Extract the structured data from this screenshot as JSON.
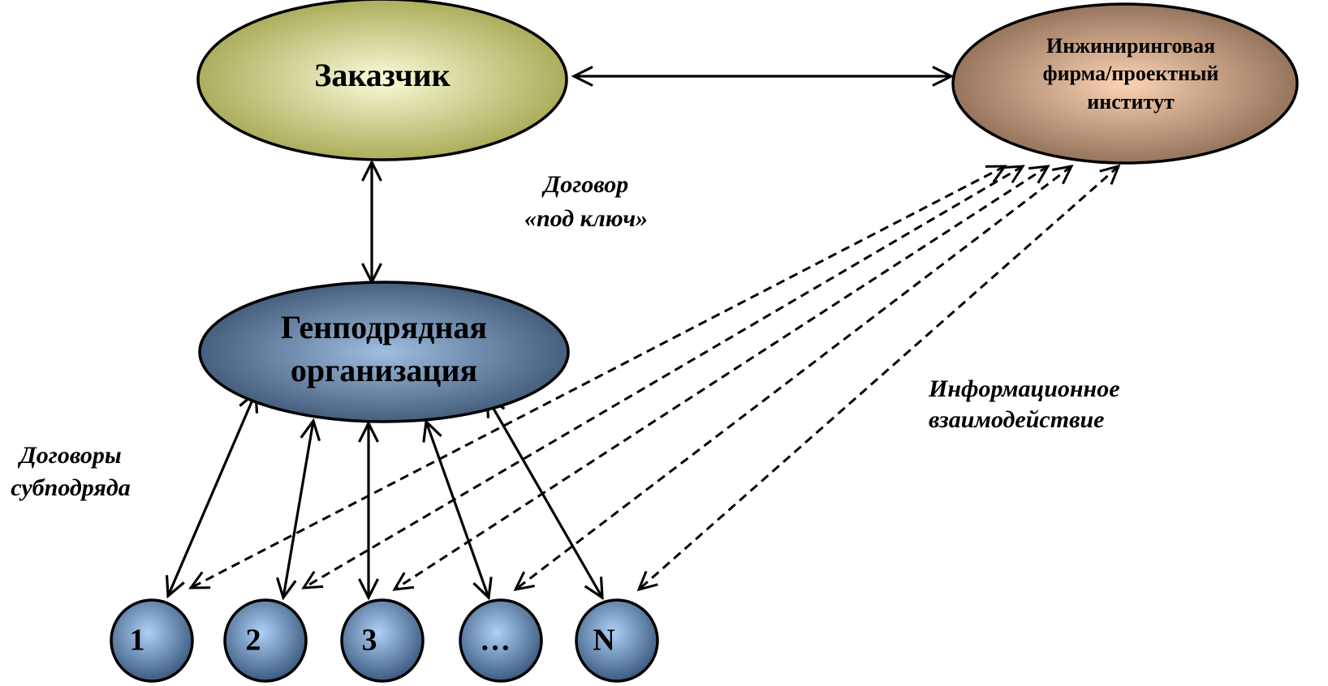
{
  "nodes": {
    "customer": {
      "label": "Заказчик",
      "color_center": "#fbfbd9",
      "color_edge": "#a3a64f"
    },
    "engineering": {
      "lines": [
        "Инжиниринговая",
        "фирма/проектный",
        "институт"
      ],
      "color_center": "#fcd3b4",
      "color_edge": "#8c6b54"
    },
    "general_contractor": {
      "lines": [
        "Генподрядная",
        "организация"
      ],
      "color_center": "#9fbee0",
      "color_edge": "#3d5573"
    },
    "subcontractors": [
      {
        "label": "1"
      },
      {
        "label": "2"
      },
      {
        "label": "3"
      },
      {
        "label": "…"
      },
      {
        "label": "N"
      }
    ],
    "subcontractor_colors": {
      "color_center": "#aed1f7",
      "color_edge": "#3d5b80"
    }
  },
  "labels": {
    "turnkey_contract": [
      "Договор",
      "«под ключ»"
    ],
    "subcontract_agreements": [
      "Договоры",
      "субподряда"
    ],
    "information_exchange": [
      "Информационное",
      "взаимодействие"
    ]
  }
}
